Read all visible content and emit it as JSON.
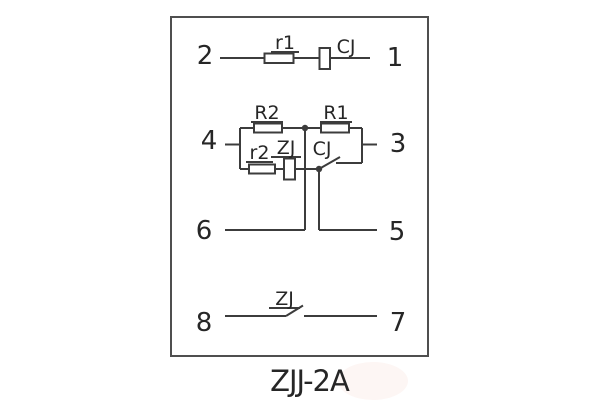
{
  "diagram": {
    "type": "relay-internal-wiring-schematic",
    "caption": "ZJJ-2A",
    "terminals": {
      "t1": "1",
      "t2": "2",
      "t3": "3",
      "t4": "4",
      "t5": "5",
      "t6": "6",
      "t7": "7",
      "t8": "8"
    },
    "components": {
      "r1_label": "r1",
      "cj_top_label": "CJ",
      "R2_label": "R2",
      "R1_label": "R1",
      "r2_label": "r2",
      "zj_mid_label": "ZJ",
      "cj_mid_label": "CJ",
      "zj_bottom_label": "ZJ"
    },
    "colors": {
      "line": "#3c3c3c",
      "text": "#262626",
      "box_border": "#4f4f4f",
      "background": "#ffffff",
      "watermark_tint": "#fdf6f4"
    }
  }
}
